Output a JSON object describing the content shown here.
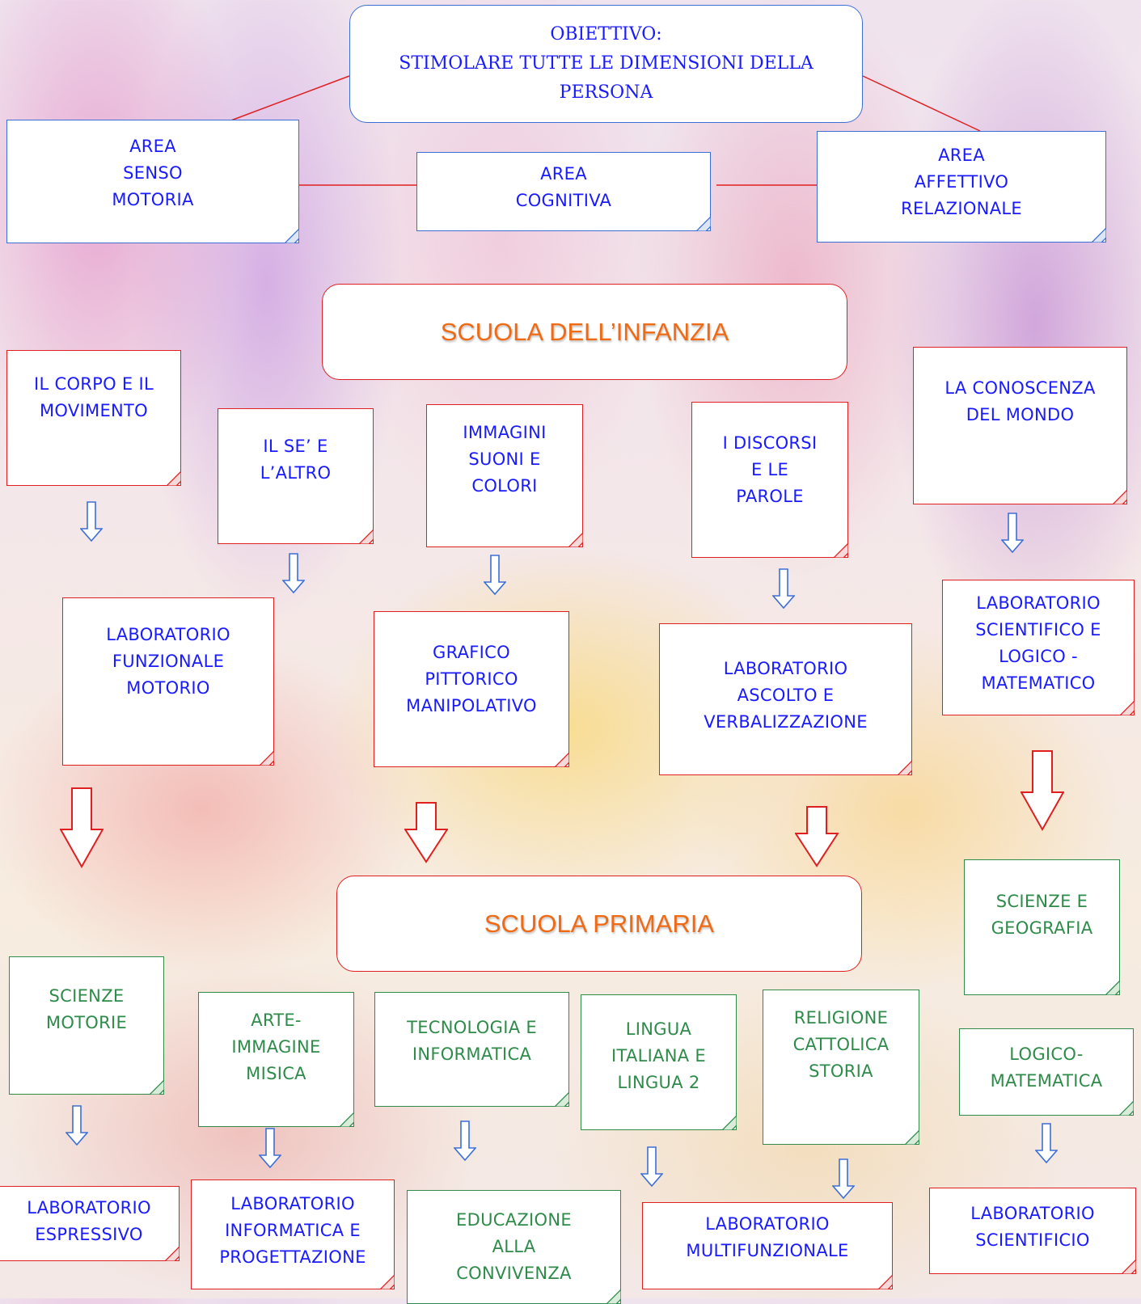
{
  "objective": {
    "text": "OBIETTIVO:\nSTIMOLARE TUTTE LE DIMENSIONI DELLA\nPERSONA"
  },
  "areas": [
    {
      "id": "area-senso-motoria",
      "label": "AREA\nSENSO\nMOTORIA"
    },
    {
      "id": "area-cognitiva",
      "label": "AREA\nCOGNITIVA"
    },
    {
      "id": "area-affettivo-relazionale",
      "label": "AREA\nAFFETTIVO\nRELAZIONALE"
    }
  ],
  "infanzia": {
    "title": "SCUOLA DELL’INFANZIA",
    "fields": [
      "IL CORPO E IL\nMOVIMENTO",
      "IL SE’ E\nL’ALTRO",
      "IMMAGINI\nSUONI E\nCOLORI",
      "I DISCORSI\nE LE\nPAROLE",
      "LA CONOSCENZA\nDEL MONDO"
    ],
    "labs": [
      "LABORATORIO\nFUNZIONALE\nMOTORIO",
      "GRAFICO\nPITTORICO\nMANIPOLATIVO",
      "LABORATORIO\nASCOLTO E\nVERBALIZZAZIONE",
      "LABORATORIO\nSCIENTIFICO E\nLOGICO -\nMATEMATICO"
    ]
  },
  "primaria": {
    "title": "SCUOLA PRIMARIA",
    "subjects": [
      "SCIENZE\nMOTORIE",
      "ARTE-\nIMMAGINE\nMISICA",
      "TECNOLOGIA E\nINFORMATICA",
      "LINGUA\nITALIANA E\nLINGUA 2",
      "RELIGIONE\nCATTOLICA\nSTORIA",
      "SCIENZE E\nGEOGRAFIA",
      "LOGICO-\nMATEMATICA"
    ],
    "labs": [
      "LABORATORIO\nESPRESSIVO",
      "LABORATORIO\nINFORMATICA E\nPROGETTAZIONE",
      "EDUCAZIONE\nALLA\nCONVIVENZA",
      "LABORATORIO\nMULTIFUNZIONALE",
      "LABORATORIO\nSCIENTIFICIO"
    ]
  },
  "colors": {
    "blue_border": "#3c6fd6",
    "blue_text": "#1a1aff",
    "red_border": "#e02020",
    "green": "#2e8b4a",
    "school_title": "#f06a14"
  }
}
